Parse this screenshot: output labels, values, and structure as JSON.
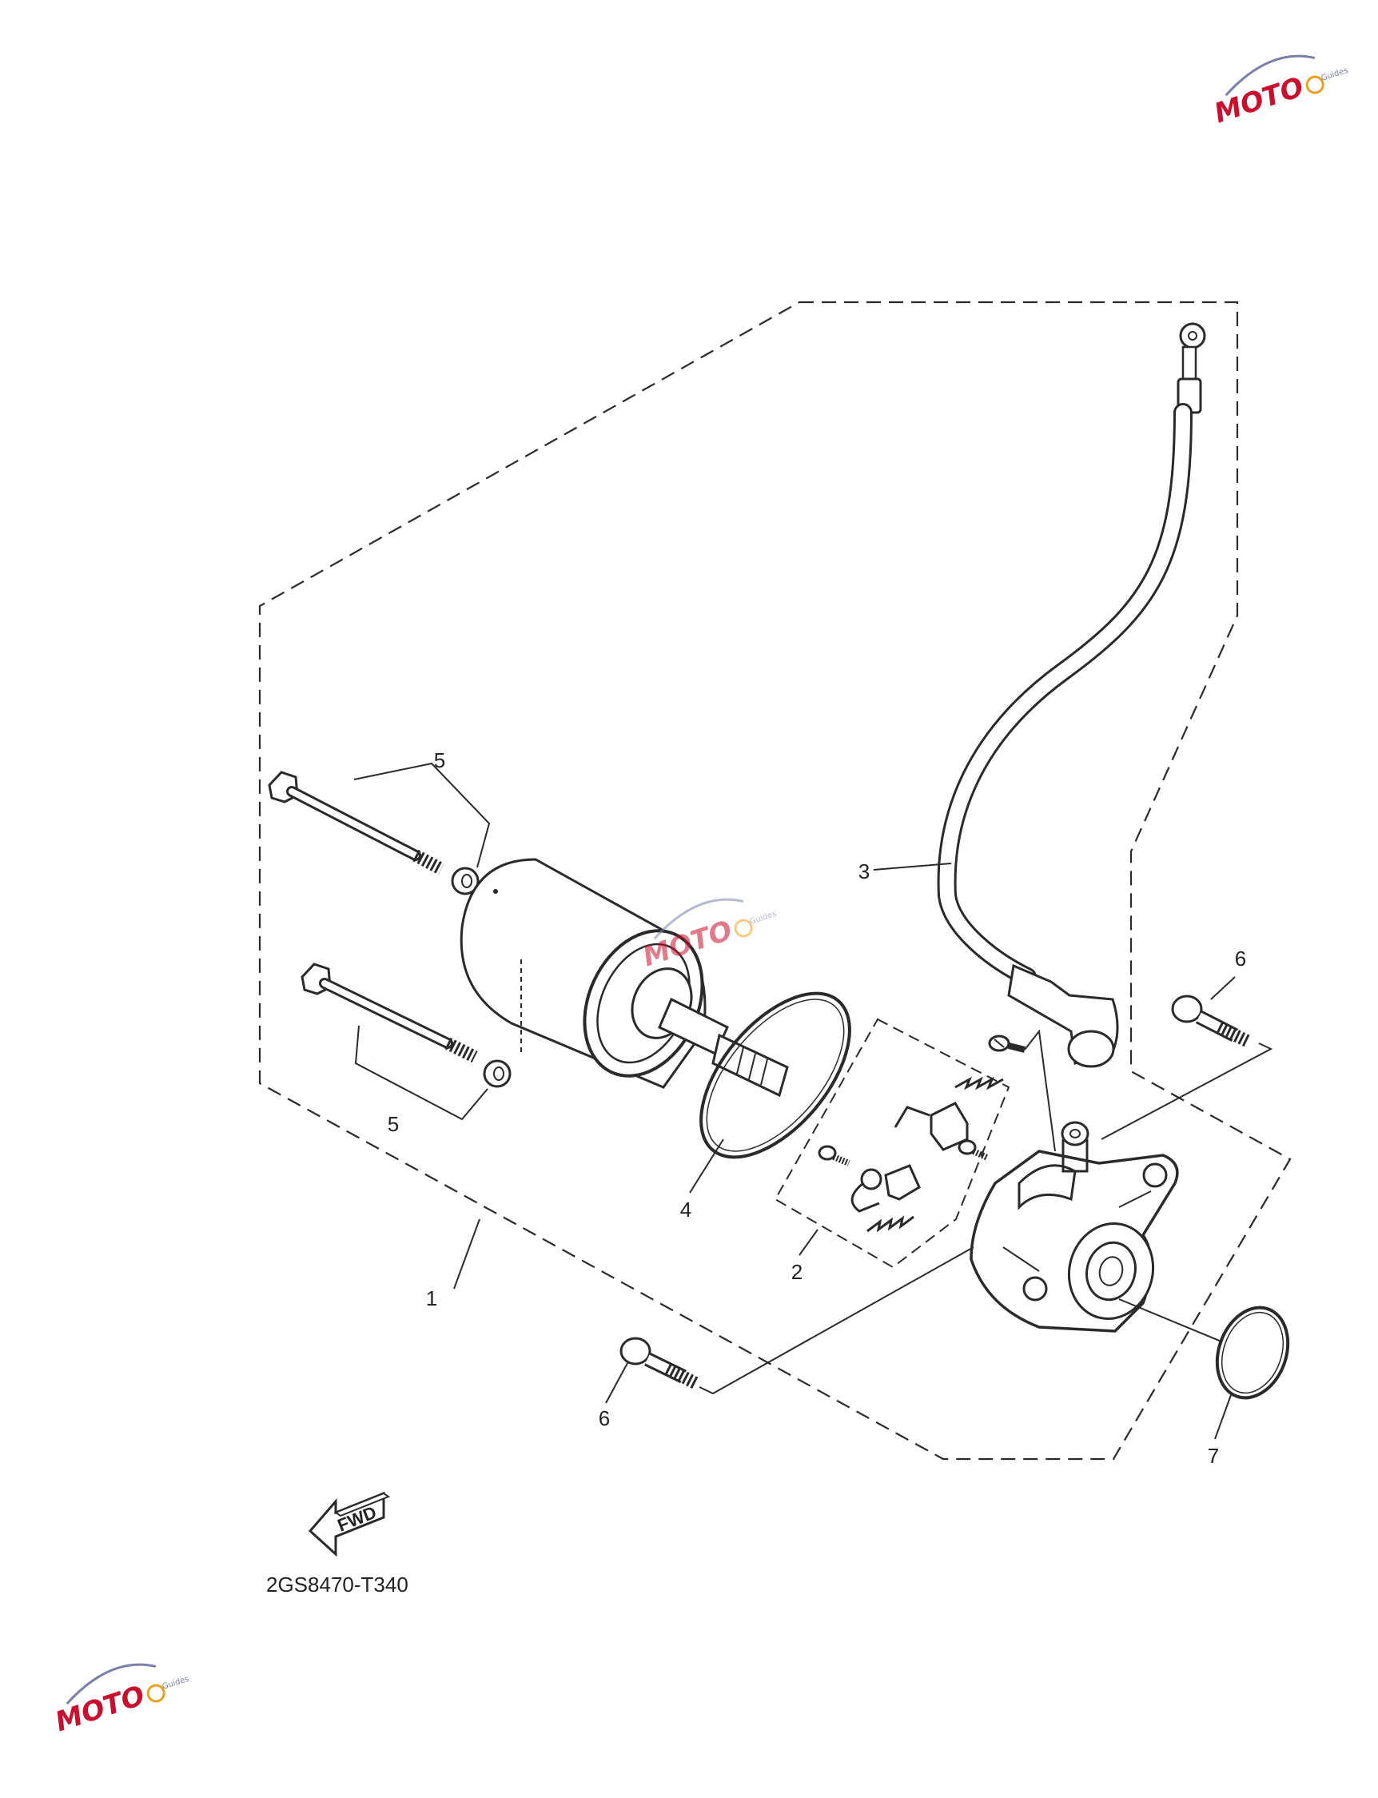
{
  "diagram_code": "2GS8470-T340",
  "direction_label": "FWD",
  "callouts": {
    "c1": "1",
    "c2": "2",
    "c3": "3",
    "c4": "4",
    "c5a": "5",
    "c5b": "5",
    "c6a": "6",
    "c6b": "6",
    "c7": "7"
  },
  "watermark": {
    "logo_text": "MOTO",
    "logo_sub": "Guides",
    "accent_color": "#c8102e",
    "secondary_color": "#7a7fa8"
  },
  "colors": {
    "line": "#2a2a2a",
    "background": "#ffffff"
  }
}
